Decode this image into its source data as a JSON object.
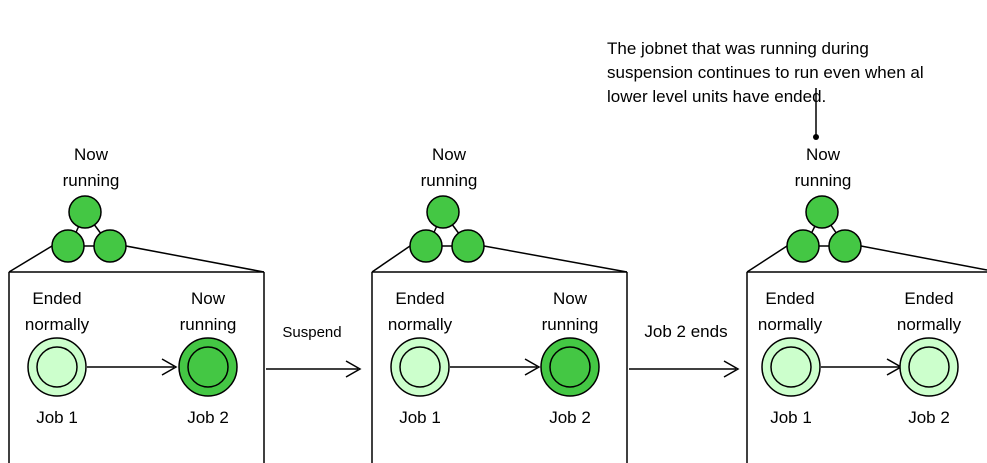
{
  "annotation": {
    "lines": [
      "The jobnet that was running during",
      "suspension continues to run even when al",
      "lower level units have ended."
    ]
  },
  "transitions": [
    {
      "label": "Suspend"
    },
    {
      "label": "Job 2 ends"
    }
  ],
  "panels": [
    {
      "jobnet_status": [
        "Now",
        "running"
      ],
      "jobs": [
        {
          "name": "Job 1",
          "status": [
            "Ended",
            "normally"
          ],
          "state": "ended-normally"
        },
        {
          "name": "Job 2",
          "status": [
            "Now",
            "running"
          ],
          "state": "running"
        }
      ]
    },
    {
      "jobnet_status": [
        "Now",
        "running"
      ],
      "jobs": [
        {
          "name": "Job 1",
          "status": [
            "Ended",
            "normally"
          ],
          "state": "ended-normally"
        },
        {
          "name": "Job 2",
          "status": [
            "Now",
            "running"
          ],
          "state": "running"
        }
      ]
    },
    {
      "jobnet_status": [
        "Now",
        "running"
      ],
      "jobs": [
        {
          "name": "Job 1",
          "status": [
            "Ended",
            "normally"
          ],
          "state": "ended-normally"
        },
        {
          "name": "Job 2",
          "status": [
            "Ended",
            "normally"
          ],
          "state": "ended-normally"
        }
      ]
    }
  ],
  "colors": {
    "running_fill": "#44c744",
    "ended_fill": "#ccffcc",
    "stroke": "#000000"
  }
}
